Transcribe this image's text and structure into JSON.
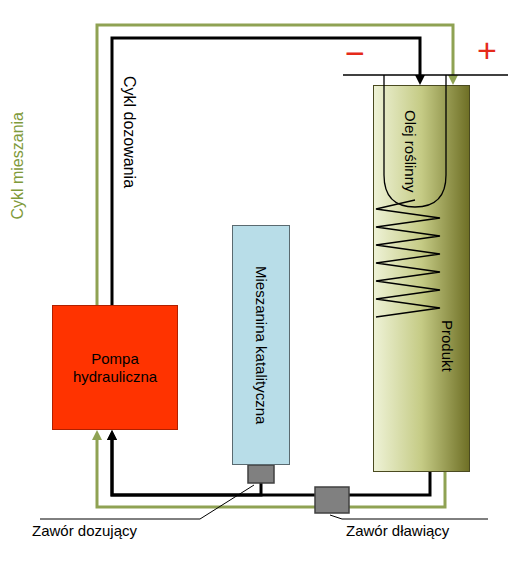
{
  "diagram": {
    "nodes": [
      {
        "text": [
          "Pompa hydrauliczna"
        ]
      },
      {
        "text": [
          "Mieszanina katalityczna"
        ]
      },
      {
        "text": [
          "Olej roślinny",
          "Produkt"
        ]
      }
    ],
    "edges": [
      {
        "from": 0,
        "to": 2,
        "arrow": "to",
        "label": "Cykl mieszania"
      },
      {
        "from": 0,
        "to": 2,
        "arrow": "to",
        "label": "Cykl dozowania"
      },
      {
        "from": 2,
        "to": 0,
        "arrow": "to"
      },
      {
        "from": 2,
        "to": 0,
        "arrow": "to"
      },
      {
        "from": 1,
        "to": 0,
        "arrow": "to"
      }
    ],
    "labels": [
      "−",
      "+",
      "Zawór dozujący",
      "Zawór dławiący"
    ]
  }
}
